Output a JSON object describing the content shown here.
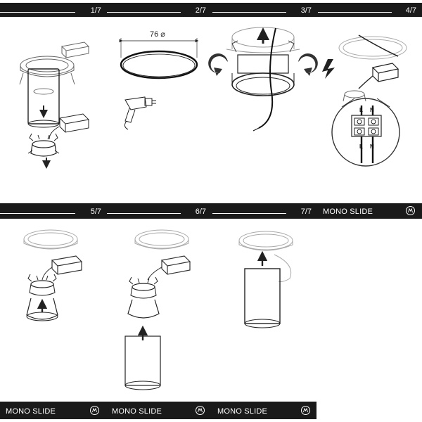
{
  "steps_row1": [
    "1/7",
    "2/7",
    "3/7",
    "4/7"
  ],
  "steps_row2": [
    "5/7",
    "6/7",
    "7/7"
  ],
  "brand": "MONO SLIDE",
  "diameter_label": "76 ⌀",
  "terminal_labels": {
    "l": "L",
    "n": "N"
  },
  "colors": {
    "band": "#1a1a1a",
    "line": "#222222",
    "light_line": "#9a9a9a",
    "white": "#ffffff"
  },
  "icons": [
    "arrow-up-icon",
    "arrow-down-icon",
    "rotate-left-icon",
    "rotate-right-icon",
    "lightning-icon",
    "drill-icon",
    "brand-logo-icon"
  ]
}
